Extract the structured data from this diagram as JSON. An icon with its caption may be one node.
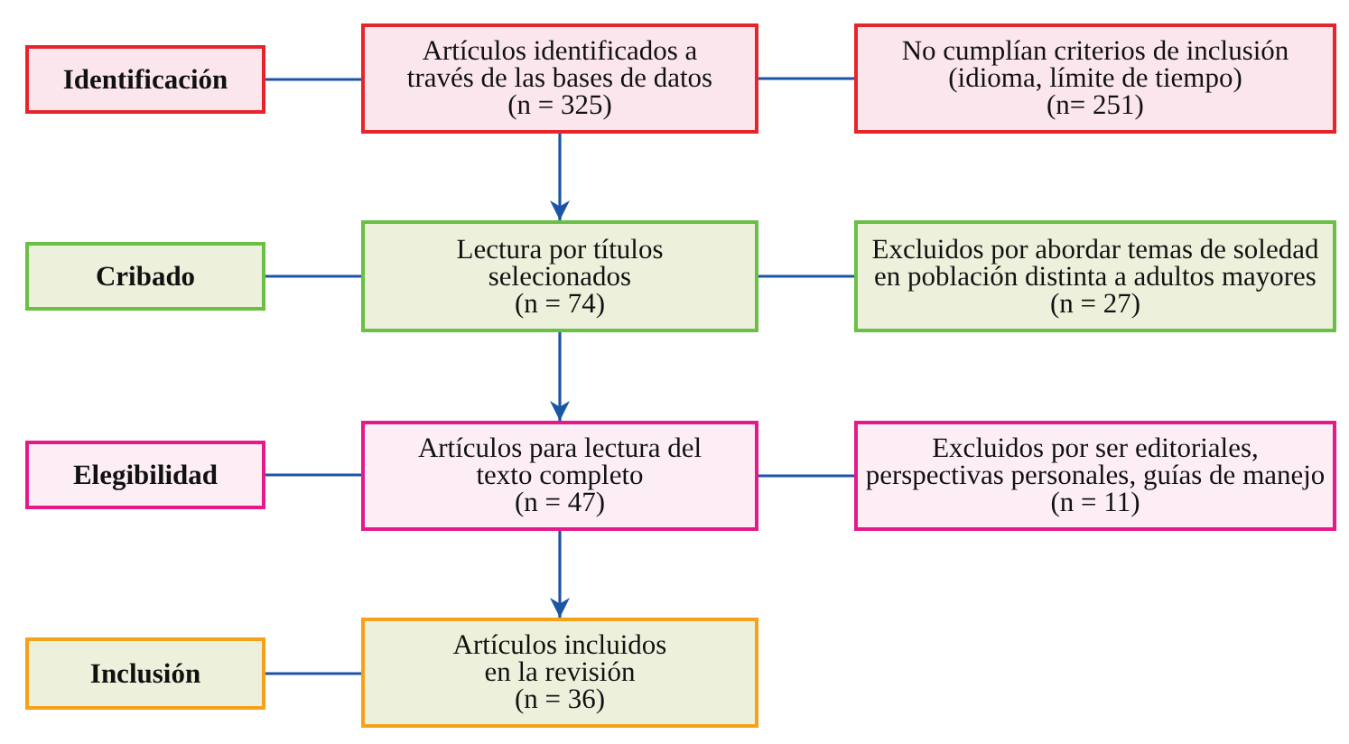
{
  "diagram": {
    "nodes": [
      {
        "text": [
          "Identificación"
        ]
      },
      {
        "text": [
          "Artículos identificados a través de las bases de datos",
          "(n = 325)"
        ]
      },
      {
        "text": [
          "No cumplían criterios de inclusión (idioma, límite de tiempo)",
          "(n= 251)"
        ]
      },
      {
        "text": [
          "Cribado"
        ]
      },
      {
        "text": [
          "Lectura por títulos selecionados",
          "(n = 74)"
        ]
      },
      {
        "text": [
          "Excluidos por abordar temas de soledad en población distinta a adultos mayores",
          "(n = 27)"
        ]
      },
      {
        "text": [
          "Elegibilidad"
        ]
      },
      {
        "text": [
          "Artículos para lectura del texto completo",
          "(n = 47)"
        ]
      },
      {
        "text": [
          "Excluidos por ser editoriales, perspectivas personales, guías de manejo",
          "(n = 11)"
        ]
      },
      {
        "text": [
          "Inclusión"
        ]
      },
      {
        "text": [
          "Artículos incluidos en la revisión",
          "(n = 36)"
        ]
      }
    ],
    "edges": [
      {
        "from": 0,
        "to": 1,
        "arrow": "none"
      },
      {
        "from": 1,
        "to": 2,
        "arrow": "none"
      },
      {
        "from": 1,
        "to": 4,
        "arrow": "to"
      },
      {
        "from": 3,
        "to": 4,
        "arrow": "none"
      },
      {
        "from": 4,
        "to": 5,
        "arrow": "none"
      },
      {
        "from": 4,
        "to": 7,
        "arrow": "to"
      },
      {
        "from": 6,
        "to": 7,
        "arrow": "none"
      },
      {
        "from": 7,
        "to": 8,
        "arrow": "none"
      },
      {
        "from": 7,
        "to": 10,
        "arrow": "to"
      },
      {
        "from": 9,
        "to": 10,
        "arrow": "none"
      }
    ]
  }
}
